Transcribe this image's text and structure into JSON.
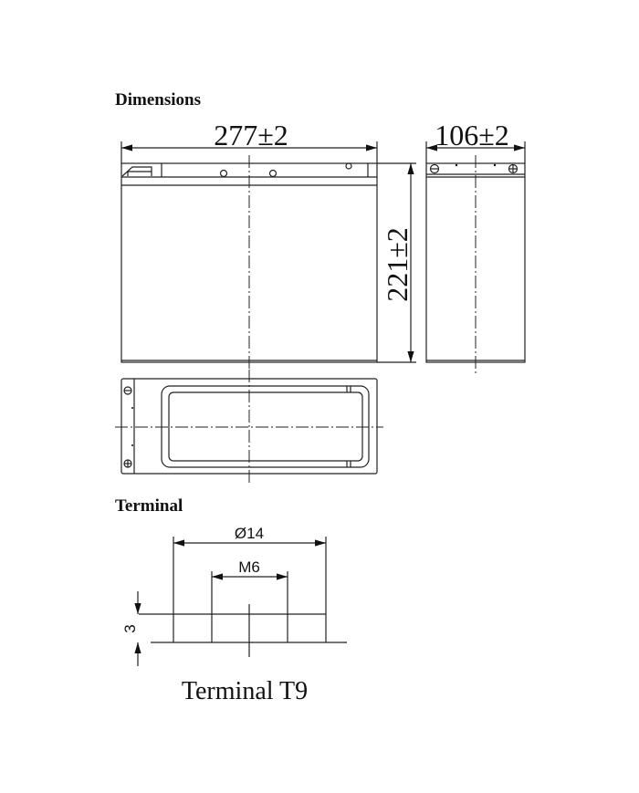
{
  "headings": {
    "dimensions": "Dimensions",
    "terminal": "Terminal"
  },
  "dimensions": {
    "length": "277±2",
    "width": "106±2",
    "height": "221±2"
  },
  "terminal": {
    "diameter": "Ø14",
    "thread": "M6",
    "height": "3",
    "caption": "Terminal T9"
  }
}
